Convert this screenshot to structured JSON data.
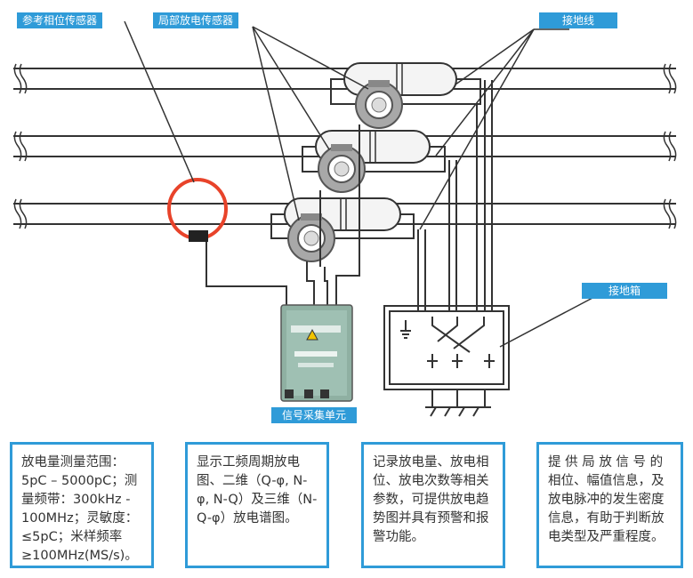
{
  "labels": {
    "reference_sensor": "参考相位传感器",
    "pd_sensor": "局部放电传感器",
    "ground_wire": "接地线",
    "ground_box": "接地箱",
    "acquisition_unit": "信号采集单元"
  },
  "boxes": [
    "放电量测量范围：5pC – 5000pC；测量频带：300kHz - 100MHz；灵敏度：≤5pC；米样频率≥100MHz(MS/s)。",
    "显示工频周期放电图、二维（Q-φ, N-φ, N-Q）及三维（N-Q-φ）放电谱图。",
    "记录放电量、放电相位、放电次数等相关参数，可提供放电趋势图并具有预警和报警功能。",
    "提 供 局 放 信 号 的 相位、幅值信息，及放电脉冲的发生密度信息，有助于判断放电类型及严重程度。"
  ],
  "colors": {
    "accent": "#2f9bd8",
    "cable": "#333333",
    "ct_ring": "#e8432a",
    "device_body": "#8fb0a2"
  }
}
